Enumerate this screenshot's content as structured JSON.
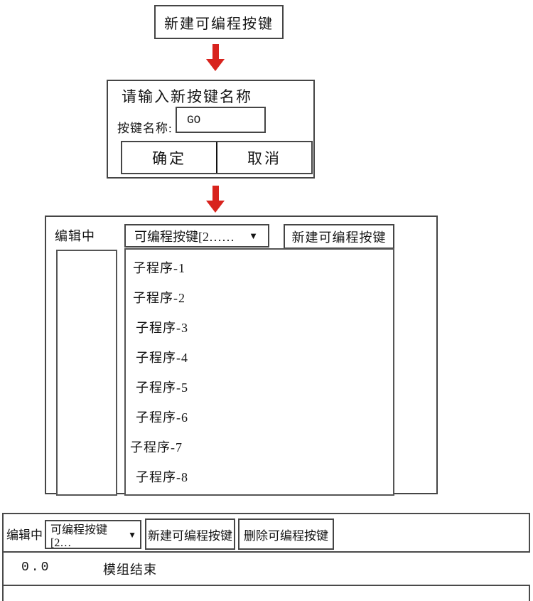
{
  "colors": {
    "border": "#454545",
    "arrow_red": "#d8231d",
    "text": "#141414",
    "background": "#ffffff"
  },
  "flow": {
    "step1_label": "新建可编程按键"
  },
  "dialog": {
    "title": "请输入新按键名称",
    "name_label": "按键名称:",
    "name_value": "GO",
    "ok_label": "确定",
    "cancel_label": "取消"
  },
  "editor": {
    "status_label": "编辑中",
    "dropdown": {
      "label": "可编程按键[2……",
      "caret": "▼"
    },
    "new_button_label": "新建可编程按键",
    "subroutines": [
      "子程序-1",
      "子程序-2",
      "子程序-3",
      "子程序-4",
      "子程序-5",
      "子程序-6",
      "子程序-7",
      "子程序-8"
    ]
  },
  "bottom_bar": {
    "status_label": "编辑中",
    "dropdown": {
      "label": "可编程按键[2…",
      "caret": "▼"
    },
    "new_button_label": "新建可编程按键",
    "delete_button_label": "删除可编程按键",
    "program_row": {
      "line_number": "0.0",
      "instruction": "模组结束"
    }
  }
}
